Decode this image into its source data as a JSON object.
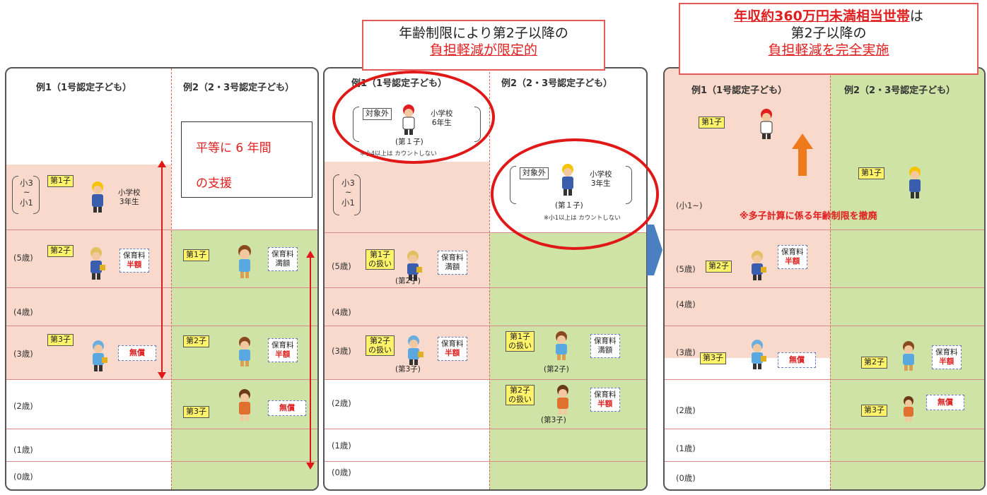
{
  "callouts": {
    "middle": {
      "line1": "年齢制限により第2子以降の",
      "line2": "負担軽減が限定的"
    },
    "right": {
      "line1_red": "年収約360万円未満相当世帯",
      "line1_rest": "は",
      "line2": "第2子以降の",
      "line3": "負担軽減を完全実施"
    }
  },
  "left_note": {
    "line1": "平等に 6 年間",
    "line2": "の支援"
  },
  "headers": {
    "ex1": "例1（1号認定子ども）",
    "ex2": "例2（2・3号認定子ども）"
  },
  "ages": {
    "sho3_sho1_top": "小3",
    "sho3_sho1_mid": "~",
    "sho3_sho1_bot": "小1",
    "sho1_up": "(小1~)",
    "a5": "(5歳)",
    "a4": "(4歳)",
    "a3": "(3歳)",
    "a2": "(2歳)",
    "a1": "(1歳)",
    "a0": "(0歳)"
  },
  "tags": {
    "c1": "第1子",
    "c2": "第2子",
    "c3": "第3子",
    "c1_treat_a": "第1子",
    "c1_treat_b": "の扱い",
    "c2_treat_a": "第2子",
    "c2_treat_b": "の扱い",
    "excluded": "対象外"
  },
  "fees": {
    "label": "保育料",
    "half": "半額",
    "full": "満額",
    "free": "無償"
  },
  "labels": {
    "sho3": "小学校",
    "sho3b": "3年生",
    "sho6": "小学校",
    "sho6b": "6年生",
    "p1": "(第１子)",
    "p2": "(第2子)",
    "p3": "(第3子)",
    "note_sho4": "※小4以上は カウントしない",
    "note_sho1": "※小1以上は カウントしない",
    "abolish": "※多子計算に係る年齢制限を撤廃"
  },
  "colors": {
    "accent_red": "#e02020",
    "pink": "#f9d9cc",
    "green": "#cfe3a6",
    "tag_yellow": "#fff36a"
  }
}
